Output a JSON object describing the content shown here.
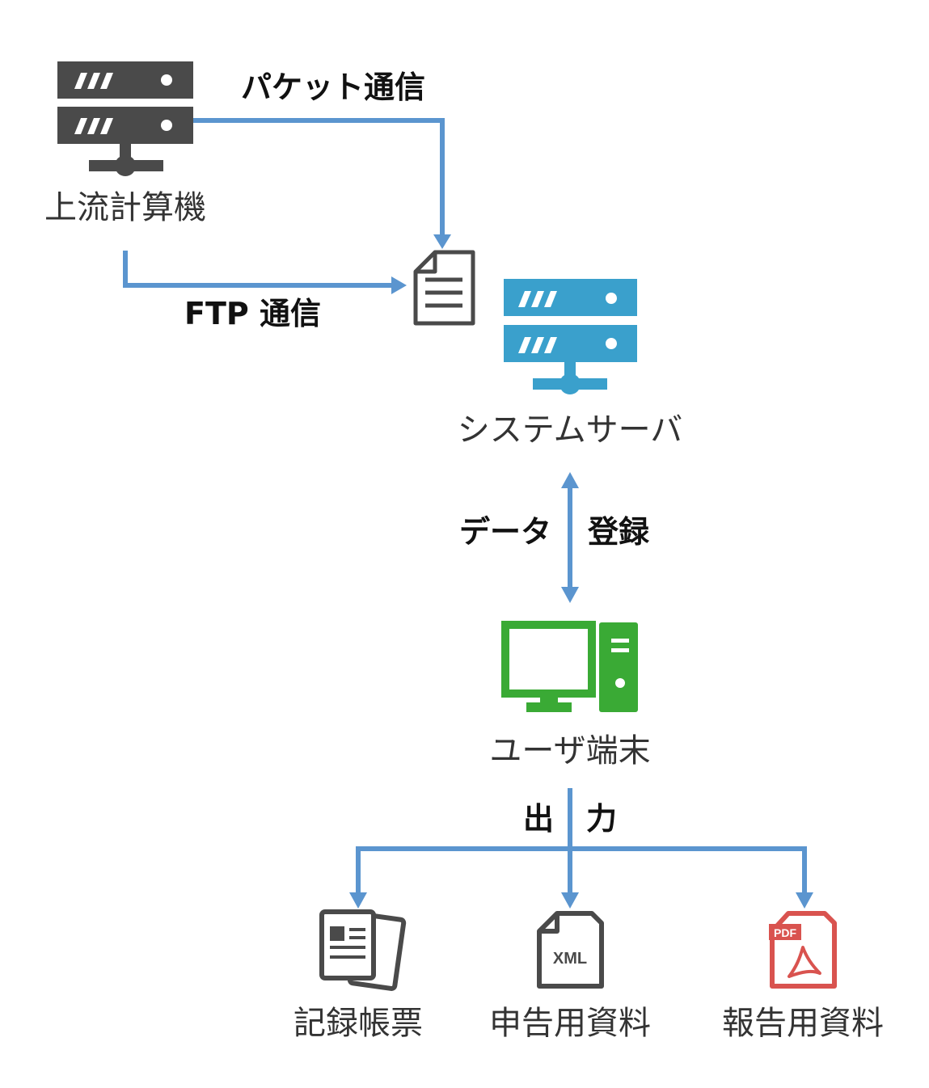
{
  "colors": {
    "arrow": "#5b95cf",
    "upstream_server": "#4a4a4a",
    "system_server": "#3aa0cc",
    "user_terminal": "#3aaa35",
    "doc_icon": "#4a4a4a",
    "pdf_icon": "#d9534f"
  },
  "nodes": {
    "upstream": {
      "label": "上流計算機",
      "icon": "server-icon"
    },
    "file": {
      "icon": "document-icon"
    },
    "system_server": {
      "label": "システムサーバ",
      "icon": "server-icon"
    },
    "user_terminal": {
      "label": "ユーザ端末",
      "icon": "desktop-computer-icon"
    },
    "outputs": [
      {
        "label": "記録帳票",
        "icon": "form-documents-icon"
      },
      {
        "label": "申告用資料",
        "icon": "xml-file-icon",
        "badge": "XML"
      },
      {
        "label": "報告用資料",
        "icon": "pdf-file-icon",
        "badge": "PDF"
      }
    ]
  },
  "edges": {
    "packet": "パケット通信",
    "ftp": "FTP 通信",
    "data_left": "データ",
    "data_right": "登録",
    "output_left": "出",
    "output_right": "力"
  }
}
